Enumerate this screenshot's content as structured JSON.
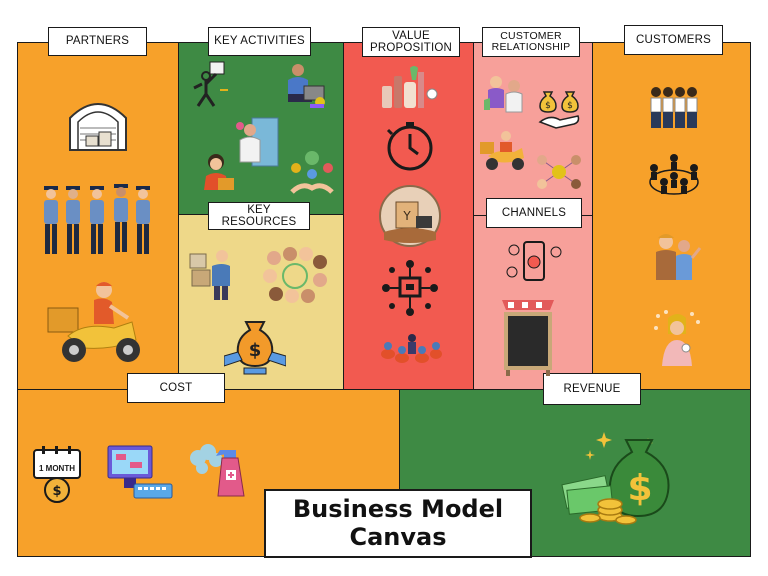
{
  "sections": {
    "partners": "PARTNERS",
    "key_activities": "KEY ACTIVITIES",
    "key_resources": "KEY RESOURCES",
    "value_proposition": [
      "VALUE",
      "PROPOSITION"
    ],
    "customer_relationship": [
      "CUSTOMER",
      "RELATIONSHIP"
    ],
    "channels": "CHANNELS",
    "customers": "CUSTOMERS",
    "cost": "COST",
    "revenue": "REVENUE"
  },
  "title": [
    "Business Model",
    "Canvas"
  ],
  "calendar_text": "1 MONTH",
  "colors": {
    "orange": "#f7a12a",
    "green": "#3e8a44",
    "yellow": "#eed889",
    "red": "#f25a50",
    "pink": "#f7a09a"
  },
  "icons": {
    "partners": [
      "warehouse-icon",
      "police-officers-icon",
      "delivery-scooter-icon"
    ],
    "key_activities": [
      "courier-boxes-icon",
      "laptop-worker-icon",
      "presenter-icon",
      "call-agent-icon",
      "hands-network-icon"
    ],
    "key_resources": [
      "worker-boxes-icon",
      "diverse-team-icon",
      "money-bag-hands-icon"
    ],
    "value_proposition": [
      "cosmetics-products-icon",
      "stopwatch-icon",
      "package-delivery-icon",
      "logistics-network-icon",
      "team-group-icon"
    ],
    "customer_relationship": [
      "shopping-assist-icon",
      "money-bags-hand-icon",
      "scooter-courier-icon",
      "people-network-icon"
    ],
    "channels": [
      "phone-social-icon",
      "chalkboard-sign-icon"
    ],
    "customers": [
      "customers-group-icon",
      "customer-network-icon",
      "travellers-icon",
      "thinking-woman-icon"
    ],
    "cost": [
      "calendar-month-icon",
      "computer-icon",
      "cleaning-spray-icon"
    ],
    "revenue": [
      "money-bag-coins-icon"
    ]
  }
}
